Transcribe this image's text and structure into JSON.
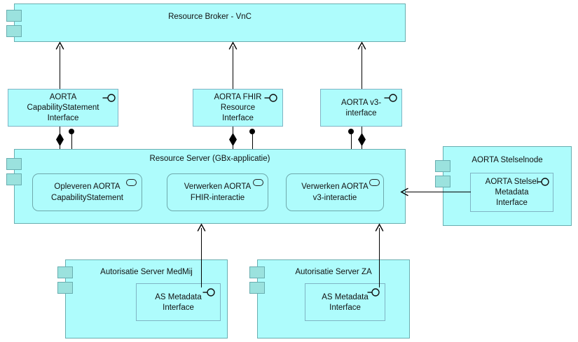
{
  "diagram": {
    "title": "AORTA Resource Broker component diagram",
    "colors": {
      "component_fill": "#AEFCFC",
      "component_border": "#69AEB0",
      "tab_fill": "#9BE2DE",
      "interface_border": "#7FB4C4",
      "process_border": "#6FA9AC",
      "connector": "#000000",
      "background": "#FFFFFF"
    }
  },
  "components": {
    "resource_broker": {
      "title": "Resource Broker - VnC"
    },
    "resource_server": {
      "title": "Resource Server (GBx-applicatie)"
    },
    "stelselnode": {
      "title": "AORTA Stelselnode"
    },
    "as_medmij": {
      "title": "Autorisatie Server MedMij"
    },
    "as_za": {
      "title": "Autorisatie Server ZA"
    }
  },
  "interfaces": [
    {
      "id": "capability",
      "lines": [
        "AORTA",
        "CapabilityStatement",
        "Interface"
      ],
      "icon": "provided-interface-icon"
    },
    {
      "id": "fhir",
      "lines": [
        "AORTA FHIR",
        "Resource",
        "Interface"
      ],
      "icon": "provided-interface-icon"
    },
    {
      "id": "v3",
      "lines": [
        "AORTA v3-",
        "interface"
      ],
      "icon": "provided-interface-icon"
    },
    {
      "id": "stelsel_md",
      "lines": [
        "AORTA Stelsel",
        "Metadata",
        "Interface"
      ],
      "icon": "provided-interface-icon"
    },
    {
      "id": "as_md_medmij",
      "lines": [
        "AS Metadata",
        "Interface"
      ],
      "icon": "provided-interface-icon"
    },
    {
      "id": "as_md_za",
      "lines": [
        "AS Metadata",
        "Interface"
      ],
      "icon": "provided-interface-icon"
    }
  ],
  "processes": [
    {
      "id": "opleveren",
      "lines": [
        "Opleveren AORTA",
        "CapabilityStatement"
      ],
      "icon": "process-icon"
    },
    {
      "id": "fhir_int",
      "lines": [
        "Verwerken AORTA",
        "FHIR-interactie"
      ],
      "icon": "process-icon"
    },
    {
      "id": "v3_int",
      "lines": [
        "Verwerken AORTA",
        "v3-interactie"
      ],
      "icon": "process-icon"
    }
  ],
  "text": {
    "broker_title": "Resource Broker - VnC",
    "server_title": "Resource Server (GBx-applicatie)",
    "stelselnode_title": "AORTA Stelselnode",
    "as_medmij_title": "Autorisatie Server MedMij",
    "as_za_title": "Autorisatie Server ZA",
    "if_capability_1": "AORTA",
    "if_capability_2": "CapabilityStatement",
    "if_capability_3": "Interface",
    "if_fhir_1": "AORTA FHIR",
    "if_fhir_2": "Resource",
    "if_fhir_3": "Interface",
    "if_v3_1": "AORTA v3-",
    "if_v3_2": "interface",
    "if_stelsel_1": "AORTA Stelsel",
    "if_stelsel_2": "Metadata",
    "if_stelsel_3": "Interface",
    "if_as_medmij_1": "AS Metadata",
    "if_as_medmij_2": "Interface",
    "if_as_za_1": "AS Metadata",
    "if_as_za_2": "Interface",
    "proc_opleveren_1": "Opleveren AORTA",
    "proc_opleveren_2": "CapabilityStatement",
    "proc_fhir_1": "Verwerken AORTA",
    "proc_fhir_2": "FHIR-interactie",
    "proc_v3_1": "Verwerken AORTA",
    "proc_v3_2": "v3-interactie"
  },
  "connectors": [
    {
      "id": "capability-to-broker",
      "type": "realization-arrow",
      "direction": "up"
    },
    {
      "id": "fhir-to-broker",
      "type": "realization-arrow",
      "direction": "up"
    },
    {
      "id": "v3-to-broker",
      "type": "realization-arrow",
      "direction": "up"
    },
    {
      "id": "server-composes-capability",
      "type": "composition-diamond"
    },
    {
      "id": "server-composes-fhir",
      "type": "composition-diamond"
    },
    {
      "id": "server-composes-v3",
      "type": "composition-diamond"
    },
    {
      "id": "capability-assign-opleveren",
      "type": "assignment-ball-arrow"
    },
    {
      "id": "fhir-assign-verwerken",
      "type": "assignment-ball-arrow"
    },
    {
      "id": "v3-assign-verwerken",
      "type": "assignment-ball-arrow"
    },
    {
      "id": "stelsel-md-to-server",
      "type": "realization-arrow",
      "direction": "left"
    },
    {
      "id": "as-medmij-to-server",
      "type": "realization-arrow",
      "direction": "up"
    },
    {
      "id": "as-za-to-server",
      "type": "realization-arrow",
      "direction": "up"
    }
  ]
}
